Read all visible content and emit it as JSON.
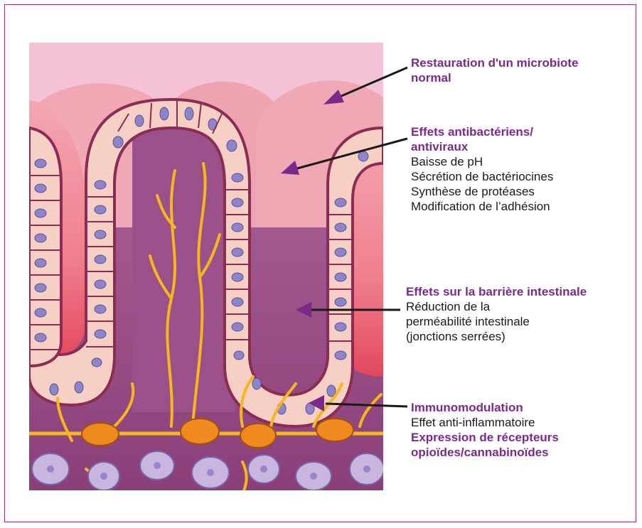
{
  "colors": {
    "frame": "#9c2f6e",
    "heading": "#7b2a8c",
    "arrow": "#1a1a1a",
    "arrowhead": "#7b2a8c",
    "lumen": "#f2b7cf",
    "mucosa": "#9c4a86",
    "cell": "#f6cfc5",
    "nucleus": "#8e84c8",
    "nerve": "#f5b81c",
    "ganglion": "#ef8a1f"
  },
  "labels": {
    "microbiote": {
      "heading": "Restauration d'un microbiote normal"
    },
    "antibacterien": {
      "heading": "Effets antibactériens/ antiviraux",
      "items": [
        "Baisse de pH",
        "Sécrétion de bactériocines",
        "Synthèse de protéases",
        "Modification de l’adhésion"
      ]
    },
    "barriere": {
      "heading": "Effets sur la barrière intestinale",
      "items": [
        "Réduction de la",
        "perméabilité intestinale",
        "(jonctions serrées)"
      ]
    },
    "immuno": {
      "heading": "Immunomodulation",
      "item": "Effet anti-inflammatoire",
      "heading2": "Expression de récepteurs opioïdes/cannabinoïdes"
    }
  }
}
